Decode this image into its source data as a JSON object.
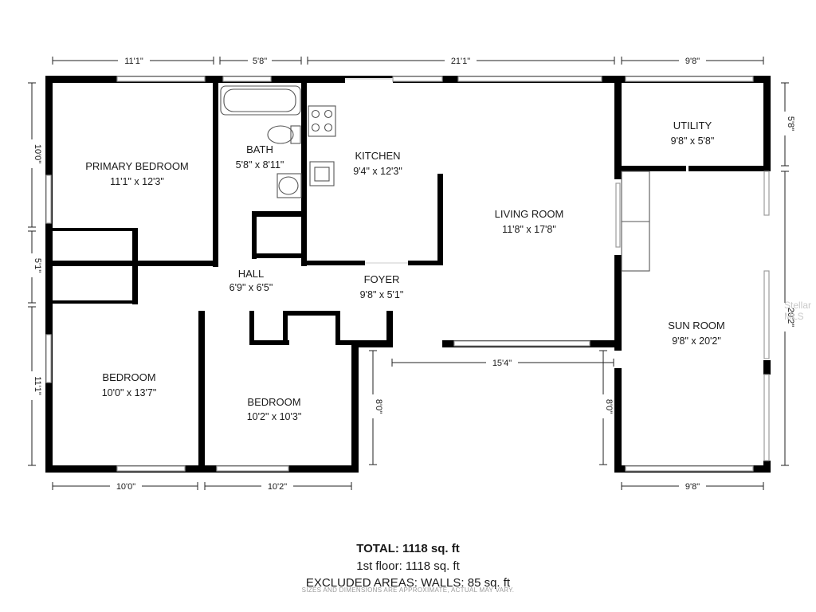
{
  "rooms": {
    "primary_bedroom": {
      "name": "PRIMARY BEDROOM",
      "dim": "11'1\" x 12'3\""
    },
    "bath": {
      "name": "BATH",
      "dim": "5'8\" x 8'11\""
    },
    "kitchen": {
      "name": "KITCHEN",
      "dim": "9'4\" x 12'3\""
    },
    "living_room": {
      "name": "LIVING ROOM",
      "dim": "11'8\" x 17'8\""
    },
    "utility": {
      "name": "UTILITY",
      "dim": "9'8\" x 5'8\""
    },
    "hall": {
      "name": "HALL",
      "dim": "6'9\" x 6'5\""
    },
    "foyer": {
      "name": "FOYER",
      "dim": "9'8\" x 5'1\""
    },
    "sun_room": {
      "name": "SUN ROOM",
      "dim": "9'8\" x 20'2\""
    },
    "bedroom_left": {
      "name": "BEDROOM",
      "dim": "10'0\" x 13'7\""
    },
    "bedroom_mid": {
      "name": "BEDROOM",
      "dim": "10'2\" x 10'3\""
    }
  },
  "dimensions": {
    "top_1": "11'1\"",
    "top_2": "5'8\"",
    "top_3": "21'1\"",
    "top_4": "9'8\"",
    "left_1": "10'0\"",
    "left_2": "5'1\"",
    "left_3": "11'1\"",
    "right_1": "5'8\"",
    "right_2": "20'2\"",
    "bottom_1": "10'0\"",
    "bottom_2": "10'2\"",
    "bottom_3": "9'8\"",
    "inner_horizontal": "15'4\"",
    "inner_left_vertical": "8'0\"",
    "inner_right_vertical": "8'0\""
  },
  "footer": {
    "total": "TOTAL: 1118 sq. ft",
    "floor": "1st floor: 1118 sq. ft",
    "excluded": "EXCLUDED AREAS: WALLS: 85 sq. ft",
    "note": "SIZES AND DIMENSIONS ARE APPROXIMATE, ACTUAL MAY VARY."
  },
  "watermark": "Stellar MLS",
  "colors": {
    "wall": "#000000",
    "window": "#a0a0a0",
    "dimension": "#222222",
    "text": "#1a1a1a"
  }
}
